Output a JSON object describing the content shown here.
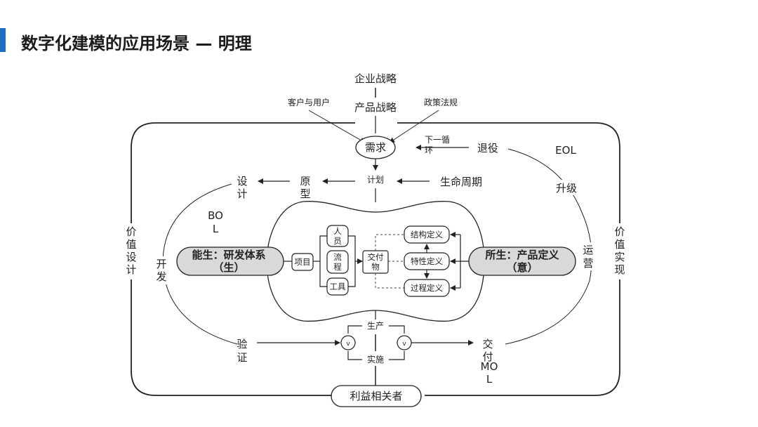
{
  "title": "数字化建模的应用场景 — 明理",
  "colors": {
    "accent": "#1f6fc4",
    "pill_fill": "#d9d9d9",
    "stroke": "#222222"
  },
  "top": {
    "enterprise_strategy": "企业战略",
    "product_strategy": "产品战略"
  },
  "inputs": {
    "customer": "客户与用户",
    "policy": "政策法规"
  },
  "requirement": "需求",
  "next_cycle": {
    "line1": "下一循",
    "line2": "环"
  },
  "retire": "退役",
  "eol": "EOL",
  "upgrade": "升级",
  "plan": "计划",
  "lifecycle": "生命周期",
  "prototype": {
    "line1": "原",
    "line2": "型"
  },
  "design": {
    "line1": "设",
    "line2": "计"
  },
  "bol": {
    "line1": "BO",
    "line2": "L"
  },
  "value_design": [
    "价",
    "值",
    "设",
    "计"
  ],
  "value_realize": [
    "价",
    "值",
    "实",
    "现"
  ],
  "develop": {
    "line1": "开",
    "line2": "发"
  },
  "operate": {
    "line1": "运",
    "line2": "营"
  },
  "left_pill": {
    "line1": "能生：研发体系",
    "line2": "（生）"
  },
  "right_pill": {
    "line1": "所生：产品定义",
    "line2": "（意）"
  },
  "project": "项目",
  "people": {
    "line1": "人",
    "line2": "员"
  },
  "process": {
    "line1": "流",
    "line2": "程"
  },
  "tools": "工具",
  "deliverable": {
    "line1": "交付",
    "line2": "物"
  },
  "structure_def": "结构定义",
  "feature_def": "特性定义",
  "process_def": "过程定义",
  "production": "生产",
  "implement": "实施",
  "verify": {
    "line1": "验",
    "line2": "证"
  },
  "deliver": {
    "line1": "交",
    "line2": "付"
  },
  "mol": {
    "line1": "MO",
    "line2": "L"
  },
  "valve_symbol": "v",
  "stakeholders": "利益相关者"
}
